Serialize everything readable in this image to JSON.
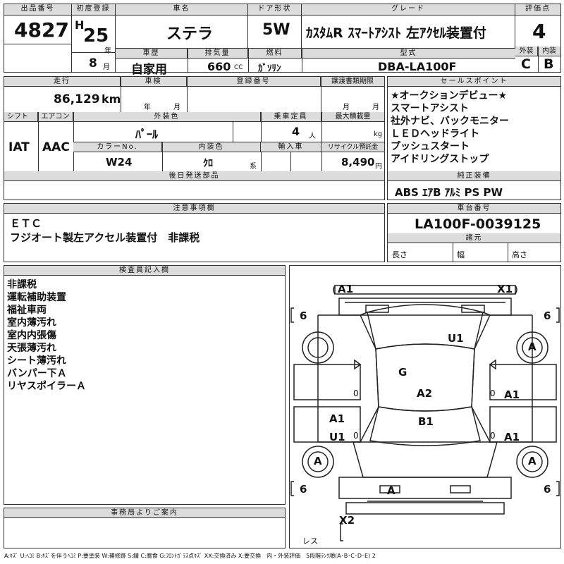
{
  "labels": {
    "lot_no": "出品番号",
    "first_reg": "初度登録",
    "car_name": "車名",
    "door": "ドア形状",
    "grade": "グレード",
    "score": "評価点",
    "exterior": "外装",
    "interior": "内装",
    "history": "車歴",
    "displacement": "排気量",
    "fuel": "燃料",
    "model": "型式",
    "mileage": "走行",
    "inspection": "車検",
    "reg_no": "登録番号",
    "transfer": "譲渡書類期限",
    "sales_points": "セールスポイント",
    "shift": "シフト",
    "aircon": "エアコン",
    "ext_color": "外装色",
    "capacity": "乗車定員",
    "max_load": "最大積載量",
    "color_no": "カラーNo.",
    "int_color": "内装色",
    "import": "輸入車",
    "recycle": "リサイクル預託金",
    "later_parts": "後日発送部品",
    "genuine": "純正装備",
    "notes": "注意事項欄",
    "chassis": "車台番号",
    "specs": "諸元",
    "length": "長さ",
    "width": "幅",
    "height": "高さ",
    "inspector": "検査員記入欄",
    "office": "事務局よりご案内",
    "year_unit": "年",
    "month_unit": "月",
    "cc": "CC",
    "km": "km",
    "persons": "人",
    "kg": "kg",
    "kei": "系",
    "yen": "円"
  },
  "values": {
    "lot_no": "4827",
    "era": "H",
    "year": "25",
    "month": "8",
    "car_name": "ステラ",
    "door": "5W",
    "grade": "ｶｽﾀﾑR ｽﾏｰﾄｱｼｽﾄ 左ｱｸｾﾙ装置付",
    "score": "4",
    "exterior": "C",
    "interior": "B",
    "history": "自家用",
    "displacement": "660",
    "fuel": "ｶﾞｿﾘﾝ",
    "model": "DBA-LA100F",
    "mileage": "86,129",
    "shift": "IAT",
    "aircon": "AAC",
    "ext_color": "ﾊﾟｰﾙ",
    "capacity": "4",
    "color_no": "W24",
    "int_color": "ｸﾛ",
    "recycle": "8,490",
    "genuine": "ABS ｴｱB ｱﾙﾐ PS PW",
    "chassis": "LA100F-0039125"
  },
  "sales_points": [
    "★オークションデビュー★",
    "スマートアシスト",
    "社外ナビ、バックモニター",
    "ＬＥＤヘッドライト",
    "プッシュスタート",
    "アイドリングストップ"
  ],
  "notes": [
    "ＥＴＣ",
    "フジオート製左アクセル装置付　非課税"
  ],
  "inspector_notes": [
    "非課税",
    "運転補助装置",
    "福祉車両",
    "室内薄汚れ",
    "室内内張傷",
    "天張薄汚れ",
    "シート薄汚れ",
    "バンパー下Ａ",
    "リヤスポイラーＡ"
  ],
  "diagram": {
    "marks": [
      "A1",
      "X1",
      "U1",
      "G",
      "A2",
      "B1",
      "A1",
      "U1",
      "A1",
      "A1",
      "A",
      "X2"
    ],
    "tires": [
      "A",
      "A",
      "A"
    ],
    "tire_depth": [
      "6",
      "6",
      "6",
      "6"
    ],
    "zero": "0",
    "less": "レス"
  },
  "legend": "A:ｷｽﾞ U:ﾍｺﾐ B:ｷｽﾞを伴うﾍｺﾐ P:要塗装 W:補修跡 S:錆 C:腐食 G:ﾌﾛﾝﾄｶﾞﾗｽ点ｷｽﾞ XX:交換済み X:要交換　内・外装評価　5段階ﾗﾝｸ順(A･B･C･D･E) 2"
}
